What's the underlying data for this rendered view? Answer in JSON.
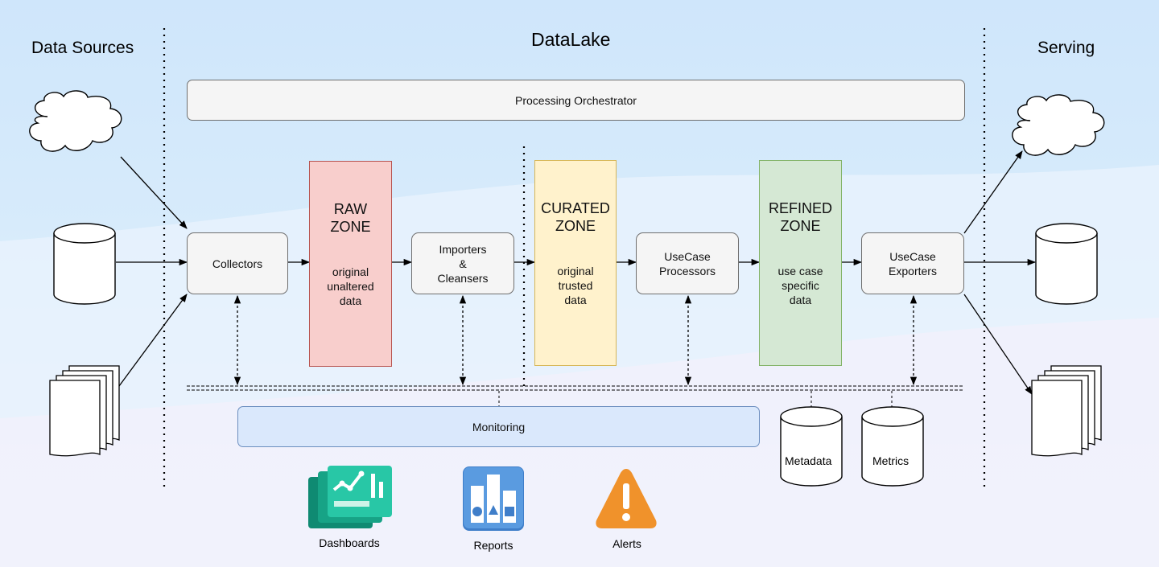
{
  "headings": {
    "data_sources": "Data Sources",
    "datalake": "DataLake",
    "serving": "Serving"
  },
  "orchestrator": "Processing Orchestrator",
  "processes": {
    "collectors": "Collectors",
    "importers_line1": "Importers",
    "importers_line2": "&",
    "importers_line3": "Cleansers",
    "processors_line1": "UseCase",
    "processors_line2": "Processors",
    "exporters_line1": "UseCase",
    "exporters_line2": "Exporters"
  },
  "zones": {
    "raw": {
      "name_line1": "RAW",
      "name_line2": "ZONE",
      "desc_line1": "original",
      "desc_line2": "unaltered",
      "desc_line3": "data"
    },
    "curated": {
      "name_line1": "CURATED",
      "name_line2": "ZONE",
      "desc_line1": "original",
      "desc_line2": "trusted",
      "desc_line3": "data"
    },
    "refined": {
      "name_line1": "REFINED",
      "name_line2": "ZONE",
      "desc_line1": "use case",
      "desc_line2": "specific",
      "desc_line3": "data"
    }
  },
  "monitoring": "Monitoring",
  "stores": {
    "metadata": "Metadata",
    "metrics": "Metrics"
  },
  "outputs": {
    "dashboards": "Dashboards",
    "reports": "Reports",
    "alerts": "Alerts"
  },
  "colors": {
    "raw_fill": "#f8cecc",
    "curated_fill": "#fff2cc",
    "refined_fill": "#d5e8d4",
    "monitoring_fill": "#dae8fc",
    "dashboards_teal": "#1fb89a",
    "reports_blue": "#4a90d9",
    "alerts_orange": "#f0922b"
  },
  "icons": [
    "cloud-icon",
    "database-icon",
    "documents-icon",
    "dashboard-icon",
    "report-icon",
    "alert-icon"
  ]
}
